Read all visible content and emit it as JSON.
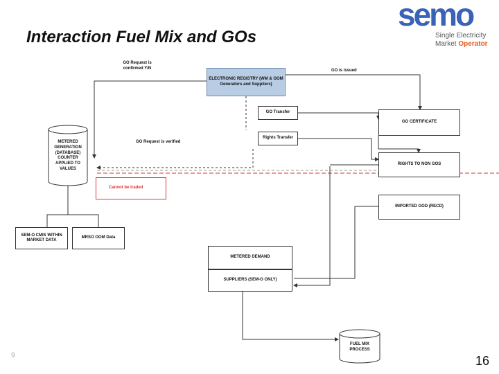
{
  "title": "Interaction Fuel Mix and GOs",
  "logo": {
    "word": "semo",
    "tagline_line1": "Single Electricity",
    "tagline_line2_a": "Market",
    "tagline_line2_b": "Operator"
  },
  "page_number": "16",
  "footer_mark": "9",
  "diagram": {
    "registry": "ELECTRONIC REGISTRY (WM & OOM Generators and Suppliers)",
    "go_transfer": "GO Transfer",
    "rights_transfer": "Rights Transfer",
    "go_certificate": "GO CERTIFICATE",
    "rights_to_non_gos": "RIGHTS TO NON GOS",
    "imported_god": "IMPORTED GOD (RECD)",
    "metered_demand": "METERED DEMAND",
    "suppliers": "SUPPLIERS (SEM-O ONLY)",
    "metered_generation": "METERED GENERATION (DATABASE) COUNTER APPLIED TO VALUES",
    "semo_cmis": "SEM-O CMIS WITHIN MARKET DATA",
    "mrso": "MRSO OOM Data",
    "fuel_mix": "FUEL MIX PROCESS",
    "cannot_be_traded": "Cannot be traded",
    "go_request_confirmed": "GO Request is confirmed Y/N",
    "go_is_issued": "GO is issued",
    "go_request_verified": "GO Request is verified"
  }
}
